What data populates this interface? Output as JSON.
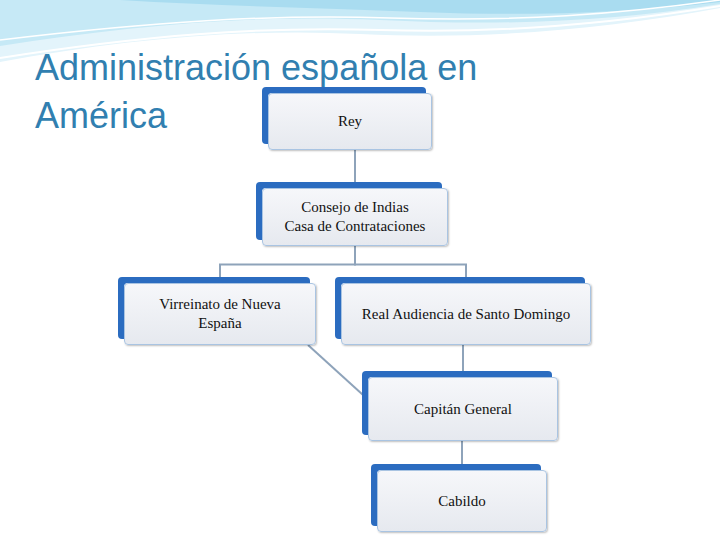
{
  "diagram": {
    "title": "Administración española en América",
    "nodes": [
      {
        "text": [
          "Rey"
        ]
      },
      {
        "text": [
          "Consejo de Indias",
          "Casa de Contrataciones"
        ]
      },
      {
        "text": [
          "Virreinato de Nueva España"
        ]
      },
      {
        "text": [
          "Real Audiencia de Santo Domingo"
        ]
      },
      {
        "text": [
          "Capitán General"
        ]
      },
      {
        "text": [
          "Cabildo"
        ]
      }
    ],
    "edges": [
      {
        "from": 0,
        "to": 1,
        "arrow": "none"
      },
      {
        "from": 1,
        "to": 2,
        "arrow": "none"
      },
      {
        "from": 1,
        "to": 3,
        "arrow": "none"
      },
      {
        "from": 2,
        "to": 4,
        "arrow": "none"
      },
      {
        "from": 3,
        "to": 4,
        "arrow": "none"
      },
      {
        "from": 4,
        "to": 5,
        "arrow": "none"
      }
    ]
  }
}
